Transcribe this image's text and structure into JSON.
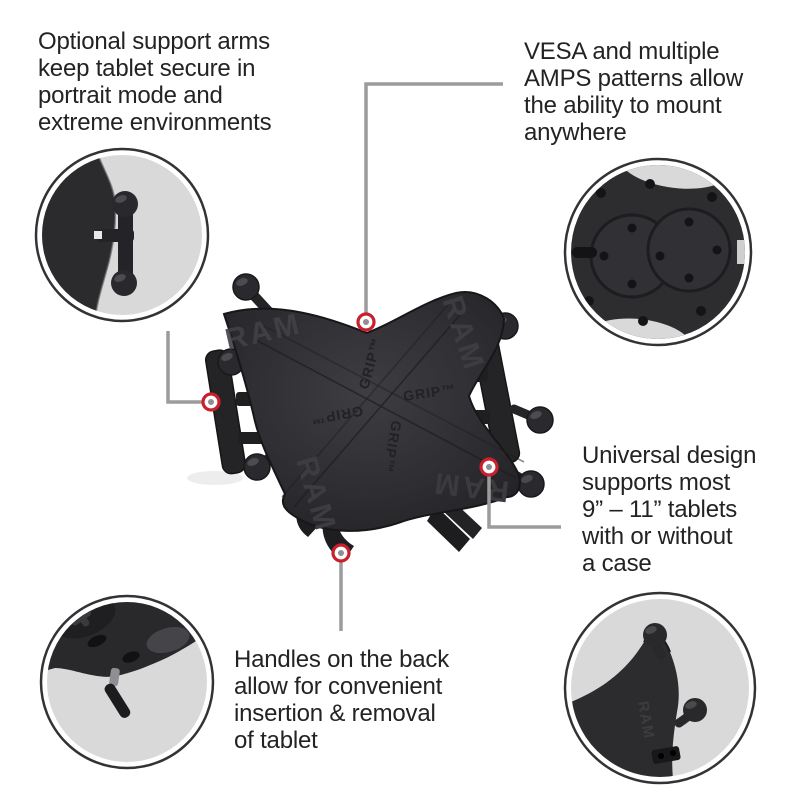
{
  "page": {
    "background": "#ffffff",
    "kind": "product-feature-diagram"
  },
  "colors": {
    "accent_red": "#c8202c",
    "connector_gray": "#9c9c9c",
    "inset_background": "#d9d9d9",
    "inset_ring": "#333336",
    "text": "#232323",
    "product_body": "#2d2d30"
  },
  "annotations": {
    "support_arms": {
      "lines": [
        "Optional support arms",
        "keep tablet secure in",
        "portrait mode and",
        "extreme environments"
      ]
    },
    "vesa": {
      "lines": [
        "VESA and multiple",
        "AMPS patterns allow",
        "the ability to mount",
        "anywhere"
      ]
    },
    "universal": {
      "lines": [
        "Universal design",
        "supports most",
        "9” – 11” tablets",
        "with or without",
        "a case"
      ]
    },
    "handles": {
      "lines": [
        "Handles on the back",
        "allow for convenient",
        "insertion & removal",
        "of tablet"
      ]
    }
  },
  "product": {
    "brand": "RAM",
    "grip_label": "GRIP™"
  },
  "insets": {
    "top_left": "support-arm-closeup",
    "top_right": "vesa-amps-pattern-closeup",
    "bottom_left": "rear-handle-closeup",
    "bottom_right": "spring-arm-closeup"
  },
  "markers": {
    "count": 4,
    "style": "red-ring-callout"
  }
}
